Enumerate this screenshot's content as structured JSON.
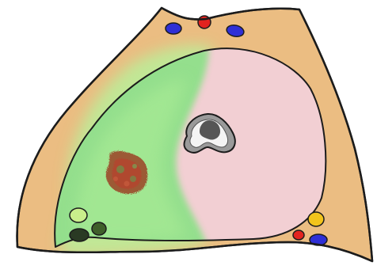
{
  "colors": {
    "background": "#ffffff",
    "outline": "#1c1c1c",
    "tissue": "#ebbd82",
    "left_region": "#8fe08a",
    "left_region_glow": "#b9ef9a",
    "right_region": "#f2cfd3",
    "tumor_red": "#b4442f",
    "tumor_green": "#6f8f4a",
    "lumen_dark": "#3a3a3a",
    "lumen_grey": "#9a9a9a",
    "lumen_light": "#f4f4f4",
    "vessel_blue": "#2f2fd6",
    "vessel_red": "#e2231f",
    "vessel_yellow": "#f2c41b",
    "node_light_green": "#c9ee8b",
    "node_dark_green": "#3f5f2a",
    "node_darkest": "#2a3a24"
  },
  "icons": {
    "tumor": "irregular-mass",
    "lumen": "triangular-lumen",
    "vessels": "ellipse",
    "nodes": "ellipse"
  }
}
